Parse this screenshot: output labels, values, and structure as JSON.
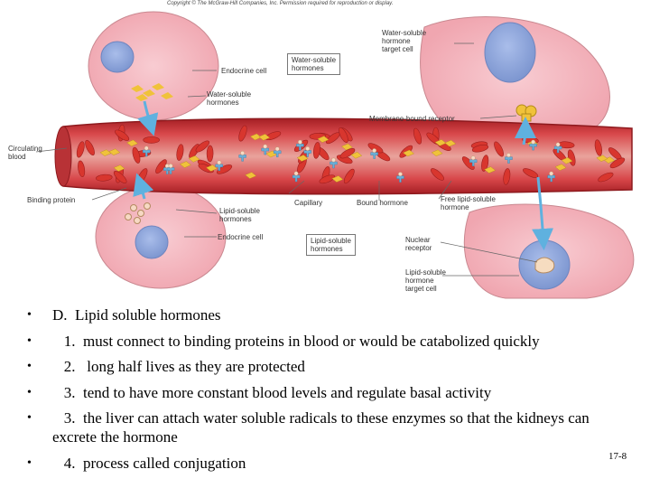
{
  "copyright": "Copyright © The McGraw-Hill Companies, Inc. Permission required for reproduction or display.",
  "figure_labels": {
    "water_target_cell": "Water-soluble\nhormone\ntarget cell",
    "endocrine_cell_top": "Endocrine cell",
    "water_hormones_box": "Water-soluble\nhormones",
    "water_hormones": "Water-soluble\nhormones",
    "membrane_receptor": "Membrane-bound receptor",
    "circulating_blood": "Circulating\nblood",
    "binding_protein": "Binding protein",
    "capillary": "Capillary",
    "bound_hormone": "Bound hormone",
    "free_lipid": "Free lipid-soluble\nhormone",
    "lipid_hormones": "Lipid-soluble\nhormones",
    "endocrine_cell_bottom": "Endocrine cell",
    "lipid_hormones_box": "Lipid-soluble\nhormones",
    "nuclear_receptor": "Nuclear\nreceptor",
    "lipid_target_cell": "Lipid-soluble\nhormone\ntarget cell"
  },
  "bullets": [
    "D.  Lipid soluble hormones",
    "   1.  must connect to binding proteins in blood or would be catabolized quickly",
    "   2.   long half lives as they are protected",
    "   3.  tend to have more constant blood levels and regulate basal activity",
    "   3.  the liver can attach water soluble radicals to these enzymes so that the kidneys can excrete the hormone",
    "   4.  process called conjugation"
  ],
  "bullet_symbol": "•",
  "slide_number": "17-8",
  "colors": {
    "cell_pink": "#f4b4bc",
    "nucleus_blue": "#8fa7dc",
    "vessel_red": "#c0282c",
    "rbc_red": "#d8362e",
    "hormone_yellow": "#f0c23a",
    "binding_blue": "#6aaed6",
    "arrow_blue": "#5fb1df"
  }
}
